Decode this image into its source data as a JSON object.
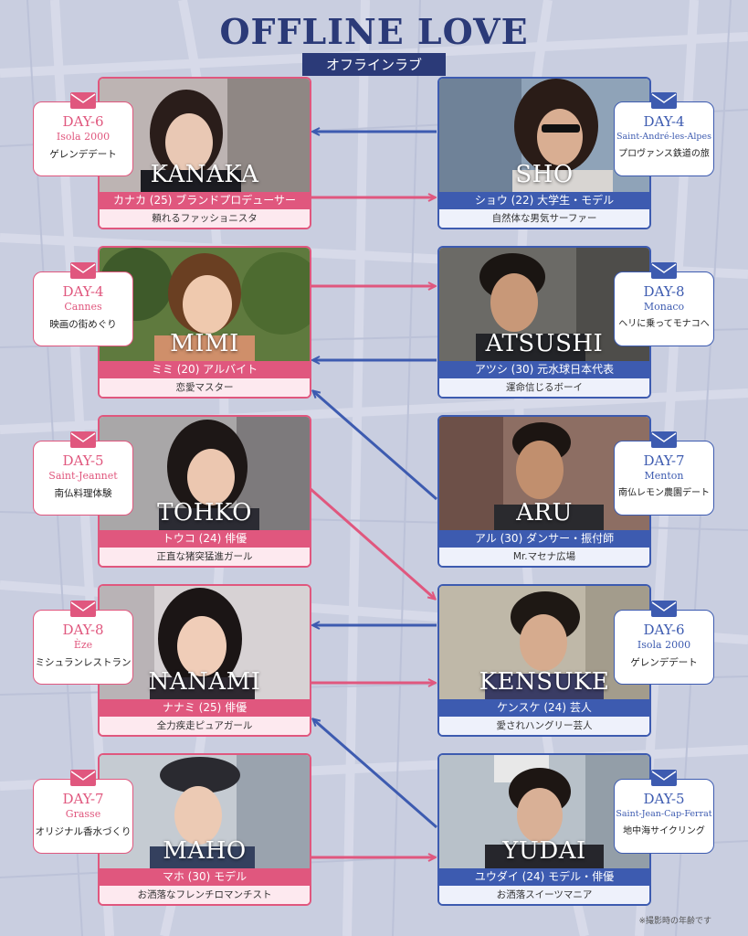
{
  "title": {
    "en": "OFFLINE LOVE",
    "ja": "オフラインラブ"
  },
  "note": "※撮影時の年齢です",
  "colors": {
    "female": "#e0577e",
    "male": "#3d5bb0",
    "title": "#2b3a78"
  },
  "women": [
    {
      "name": "KANAKA",
      "profile": "カナカ (25) ブランドプロデューサー",
      "tagline": "頼れるファッショニスタ",
      "date": {
        "day": "DAY-6",
        "place": "Isola 2000",
        "activity": "ゲレンデデート"
      }
    },
    {
      "name": "MIMI",
      "profile": "ミミ (20) アルバイト",
      "tagline": "恋愛マスター",
      "date": {
        "day": "DAY-4",
        "place": "Cannes",
        "activity": "映画の街めぐり"
      }
    },
    {
      "name": "TOHKO",
      "profile": "トウコ (24) 俳優",
      "tagline": "正直な猪突猛進ガール",
      "date": {
        "day": "DAY-5",
        "place": "Saint-Jeannet",
        "activity": "南仏料理体験"
      }
    },
    {
      "name": "NANAMI",
      "profile": "ナナミ (25) 俳優",
      "tagline": "全力疾走ピュアガール",
      "date": {
        "day": "DAY-8",
        "place": "Èze",
        "activity": "ミシュランレストラン"
      }
    },
    {
      "name": "MAHO",
      "profile": "マホ (30) モデル",
      "tagline": "お洒落なフレンチロマンチスト",
      "date": {
        "day": "DAY-7",
        "place": "Grasse",
        "activity": "オリジナル香水づくり"
      }
    }
  ],
  "men": [
    {
      "name": "SHO",
      "profile": "ショウ (22) 大学生・モデル",
      "tagline": "自然体な男気サーファー",
      "date": {
        "day": "DAY-4",
        "place": "Saint-André-les-Alpes",
        "activity": "プロヴァンス鉄道の旅"
      }
    },
    {
      "name": "ATSUSHI",
      "profile": "アツシ (30) 元水球日本代表",
      "tagline": "運命信じるボーイ",
      "date": {
        "day": "DAY-8",
        "place": "Monaco",
        "activity": "ヘリに乗ってモナコへ"
      }
    },
    {
      "name": "ARU",
      "profile": "アル (30) ダンサー・振付師",
      "tagline": "Mr.マセナ広場",
      "date": {
        "day": "DAY-7",
        "place": "Menton",
        "activity": "南仏レモン農園デート"
      }
    },
    {
      "name": "KENSUKE",
      "profile": "ケンスケ (24) 芸人",
      "tagline": "愛されハングリー芸人",
      "date": {
        "day": "DAY-6",
        "place": "Isola 2000",
        "activity": "ゲレンデデート"
      }
    },
    {
      "name": "YUDAI",
      "profile": "ユウダイ (24) モデル・俳優",
      "tagline": "お洒落スイーツマニア",
      "date": {
        "day": "DAY-5",
        "place": "Saint-Jean-Cap-Ferrat",
        "activity": "地中海サイクリング"
      }
    }
  ]
}
